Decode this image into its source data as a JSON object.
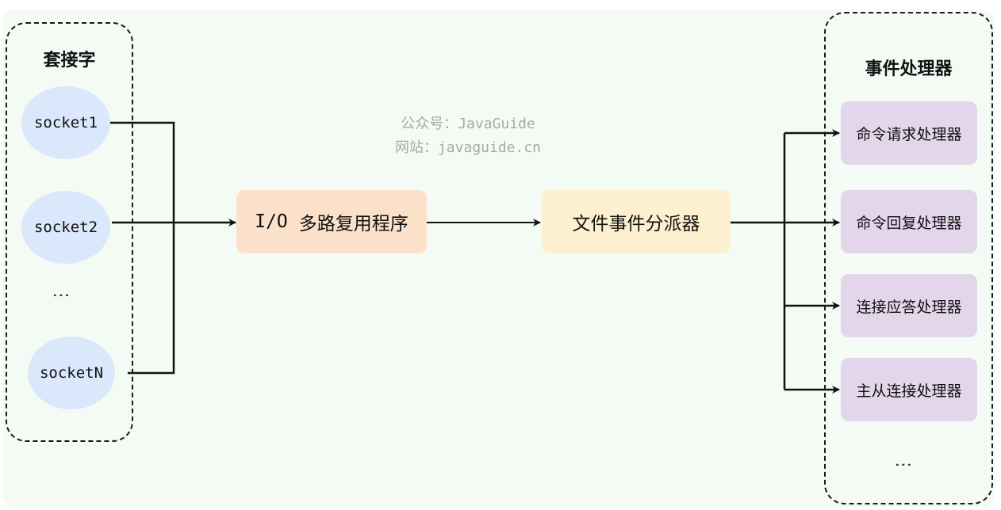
{
  "sockets": {
    "title": "套接字",
    "items": [
      "socket1",
      "socket2",
      "socketN"
    ],
    "ellipsis": "⋮"
  },
  "io_multiplexer": {
    "prefix": "I/O",
    "label": "多路复用程序"
  },
  "dispatcher": {
    "label": "文件事件分派器"
  },
  "handlers": {
    "title": "事件处理器",
    "items": [
      "命令请求处理器",
      "命令回复处理器",
      "连接应答处理器",
      "主从连接处理器"
    ],
    "ellipsis": "⋮"
  },
  "watermark": {
    "line1": "公众号：JavaGuide",
    "line2": "网站：javaguide.cn"
  },
  "colors": {
    "background": "#f4fbf4",
    "socket_fill": "#dbe7fb",
    "multiplexer_fill": "#fbe1c9",
    "dispatcher_fill": "#fdf0cf",
    "handler_fill": "#e3d5ea",
    "line": "#111111"
  }
}
